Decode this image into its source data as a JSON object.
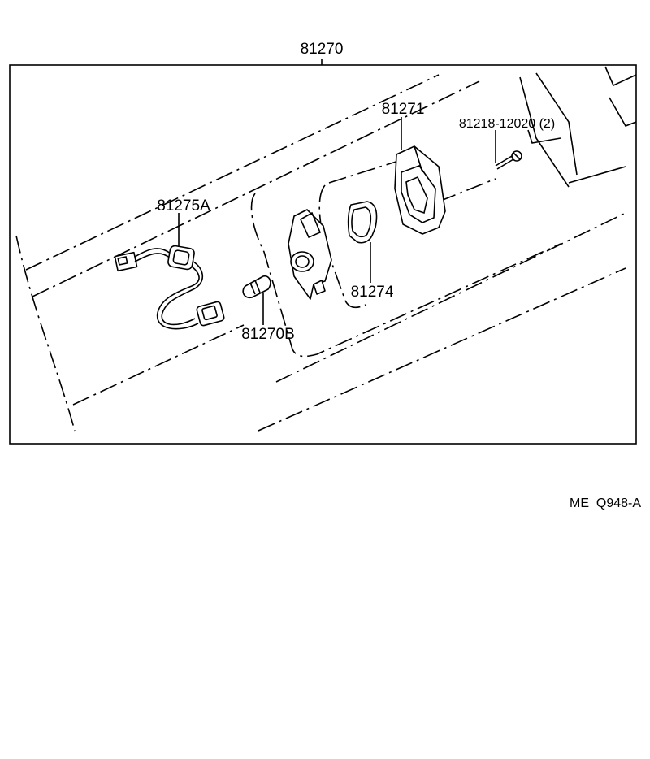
{
  "diagram": {
    "callouts": {
      "assembly": "81270",
      "lens": "81271",
      "screw": "81218-12020 (2)",
      "wire_harness": "81275A",
      "gasket": "81274",
      "bulb": "81270B"
    },
    "reference_code": "ME  Q948-A"
  }
}
